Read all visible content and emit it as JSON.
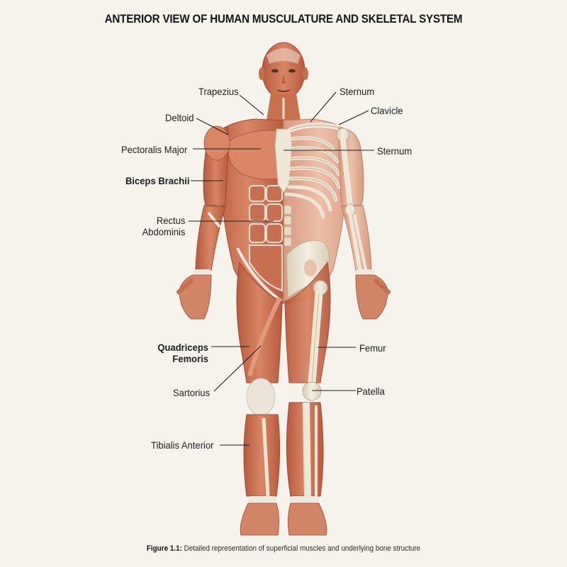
{
  "title": "ANTERIOR VIEW OF HUMAN MUSCULATURE AND SKELETAL SYSTEM",
  "colors": {
    "background": "#f5f3ec",
    "muscle": "#cf7a5c",
    "muscle_dark": "#a94f36",
    "muscle_light": "#e5a88a",
    "bone": "#ece6d2",
    "bone_outline": "#b8ad90",
    "tendon": "#efe8dc",
    "leader_line": "#1d1d1d"
  },
  "labels_left": [
    {
      "id": "trapezius",
      "text": "Trapezius",
      "bold": false
    },
    {
      "id": "deltoid",
      "text": "Deltoid",
      "bold": false
    },
    {
      "id": "pectoralis-major",
      "text": "Pectoralis Major",
      "bold": false
    },
    {
      "id": "biceps-brachii",
      "text": "Biceps Brachii",
      "bold": true
    },
    {
      "id": "rectus-abdominis",
      "text": "Rectus\nAbdominis",
      "line1": "Rectus",
      "line2": "Abdominis",
      "bold": false
    },
    {
      "id": "quadriceps-femoris",
      "text": "Quadriceps\nFemoris",
      "line1": "Quadriceps",
      "line2": "Femoris",
      "bold": true
    },
    {
      "id": "sartorius",
      "text": "Sartorius",
      "bold": false
    },
    {
      "id": "tibialis-anterior",
      "text": "Tibialis Anterior",
      "bold": false
    }
  ],
  "labels_right": [
    {
      "id": "sternum-upper",
      "text": "Sternum",
      "bold": false
    },
    {
      "id": "clavicle",
      "text": "Clavicle",
      "bold": false
    },
    {
      "id": "sternum",
      "text": "Sternum",
      "bold": false
    },
    {
      "id": "femur",
      "text": "Femur",
      "bold": false
    },
    {
      "id": "patella",
      "text": "Patella",
      "bold": false
    }
  ],
  "caption": {
    "prefix": "Figure 1.1:",
    "text": " Detailed representation of superficial muscles and underlying bone structure"
  }
}
